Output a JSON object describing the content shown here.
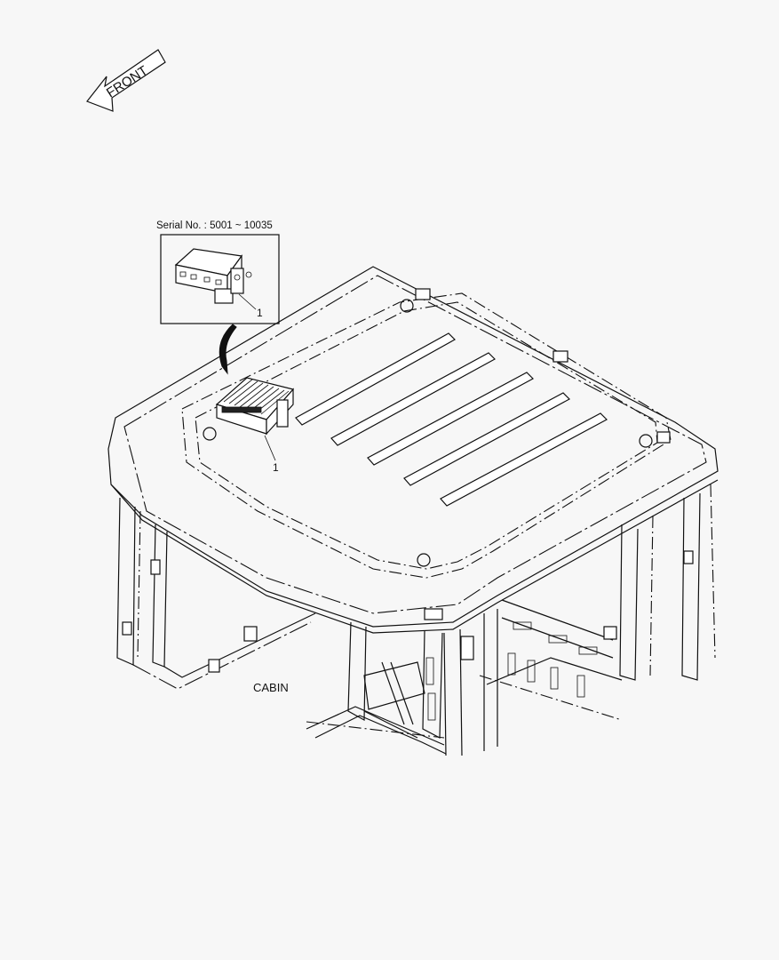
{
  "direction_arrow": {
    "label": "FRONT",
    "icon": "front-arrow-icon"
  },
  "inset": {
    "serial_label": "Serial No.  : 5001 ~ 10035",
    "callout": "1"
  },
  "main": {
    "callout": "1",
    "assembly_label": "CABIN"
  }
}
